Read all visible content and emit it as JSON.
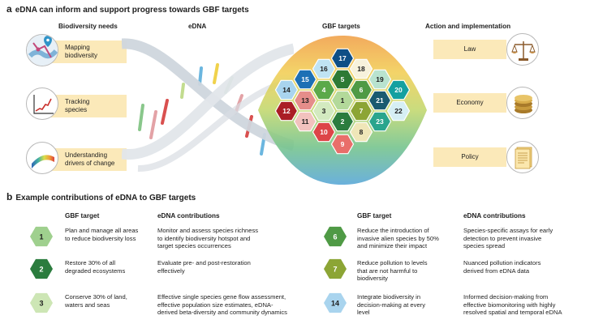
{
  "panel_a": {
    "letter": "a",
    "title": "eDNA can inform and support progress towards GBF targets",
    "headers": {
      "needs": "Biodiversity needs",
      "edna": "eDNA",
      "gbf": "GBF targets",
      "action": "Action and implementation"
    },
    "needs": [
      {
        "label_line1": "Mapping",
        "label_line2": "biodiversity",
        "icon": "map-pin-icon"
      },
      {
        "label_line1": "Tracking",
        "label_line2": "species",
        "icon": "trend-chart-icon"
      },
      {
        "label_line1": "Understanding",
        "label_line2": "drivers of change",
        "icon": "gradient-scale-icon"
      }
    ],
    "actions": [
      {
        "label": "Law",
        "icon": "scales-icon"
      },
      {
        "label": "Economy",
        "icon": "coins-icon"
      },
      {
        "label": "Policy",
        "icon": "document-icon"
      }
    ],
    "hexes": [
      {
        "n": "17",
        "color": "#0e4f86"
      },
      {
        "n": "16",
        "color": "#bfe3f3"
      },
      {
        "n": "18",
        "color": "#f7f2dc"
      },
      {
        "n": "15",
        "color": "#1d70b5"
      },
      {
        "n": "5",
        "color": "#2e7a35"
      },
      {
        "n": "19",
        "color": "#b9e3cf"
      },
      {
        "n": "14",
        "color": "#a9d4ee"
      },
      {
        "n": "4",
        "color": "#5ba94a"
      },
      {
        "n": "6",
        "color": "#4f9a45"
      },
      {
        "n": "20",
        "color": "#14a0a0"
      },
      {
        "n": "13",
        "color": "#e58d8a"
      },
      {
        "n": "1",
        "color": "#b3d99a"
      },
      {
        "n": "21",
        "color": "#1a5a70"
      },
      {
        "n": "12",
        "color": "#aa1e25"
      },
      {
        "n": "3",
        "color": "#d3eac0"
      },
      {
        "n": "7",
        "color": "#8ca535"
      },
      {
        "n": "22",
        "color": "#d6eff4"
      },
      {
        "n": "11",
        "color": "#f2c2be"
      },
      {
        "n": "2",
        "color": "#2b7c3e"
      },
      {
        "n": "23",
        "color": "#2aa58d"
      },
      {
        "n": "10",
        "color": "#dd4548"
      },
      {
        "n": "8",
        "color": "#efe6b8"
      },
      {
        "n": "9",
        "color": "#e96e6a"
      }
    ],
    "colors": {
      "label_box": "#fbe9b9",
      "hex_light_text": "#ffffff",
      "hex_dark_text": "#1e1e1e"
    }
  },
  "panel_b": {
    "letter": "b",
    "title": "Example contributions of eDNA to GBF targets",
    "left_headers": {
      "gbf": "GBF target",
      "edna": "eDNA contributions"
    },
    "right_headers": {
      "gbf": "GBF target",
      "edna": "eDNA contributions"
    },
    "left_rows": [
      {
        "n": "1",
        "color": "#9fd08e",
        "target": [
          "Plan and manage all areas",
          "to reduce biodiversity loss"
        ],
        "contribution": [
          "Monitor and assess species richness",
          "to identify biodiversity hotspot and",
          "target species occurrences"
        ]
      },
      {
        "n": "2",
        "color": "#2b7c3e",
        "target": [
          "Restore 30% of all",
          "degraded ecosystems"
        ],
        "contribution": [
          "Evaluate pre- and post-restoration",
          "effectively"
        ]
      },
      {
        "n": "3",
        "color": "#cde6b5",
        "target": [
          "Conserve 30% of land,",
          "waters and seas"
        ],
        "contribution": [
          "Effective single species gene flow assessment,",
          "effective population size estimates, eDNA-",
          "derived beta-diversity and community dynamics"
        ]
      }
    ],
    "right_rows": [
      {
        "n": "6",
        "color": "#4f9a45",
        "target": [
          "Reduce the introduction of",
          "invasive alien species by 50%",
          "and minimize their impact"
        ],
        "contribution": [
          "Species-specific assays for early",
          "detection to prevent invasive",
          "species spread"
        ]
      },
      {
        "n": "7",
        "color": "#8ca535",
        "target": [
          "Reduce pollution to levels",
          "that are not harmful to",
          "biodiversity"
        ],
        "contribution": [
          "Nuanced pollution indicators",
          "derived from eDNA data"
        ]
      },
      {
        "n": "14",
        "color": "#a9d4ee",
        "target": [
          "Integrate biodiversity in",
          "decision-making at every",
          "level"
        ],
        "contribution": [
          "Informed decision-making from",
          "effective biomonitoring with highly",
          "resolved spatial and temporal eDNA"
        ]
      }
    ]
  }
}
